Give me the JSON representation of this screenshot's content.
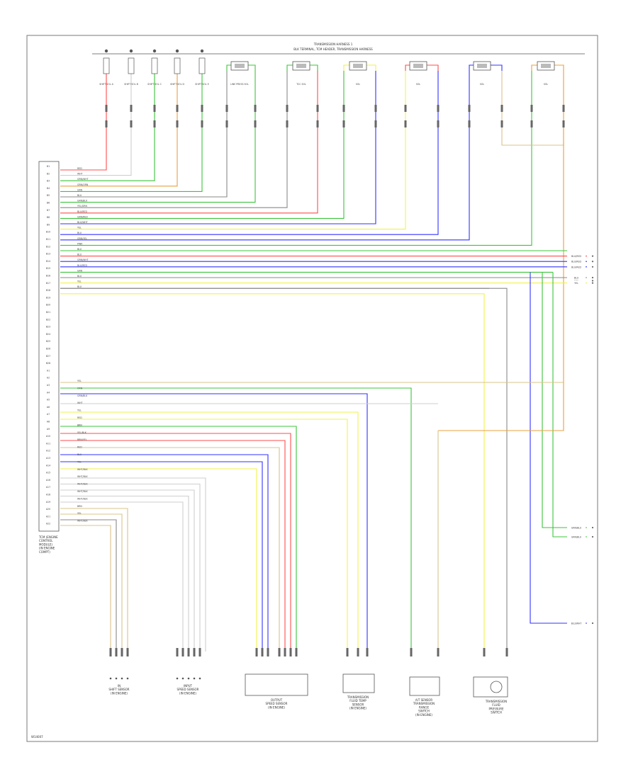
{
  "header": {
    "line1": "TRANSMISSION HARNESS 1",
    "line2": "BLK TERMINAL, TCM HEADER, TRANSMISSION HARNESS"
  },
  "module": {
    "caption_lines": [
      "TCM (ENGINE",
      "CONTROL",
      "MODULE)",
      "(IN ENGINE",
      "COMPT)"
    ],
    "pins": [
      "B1",
      "B2",
      "B3",
      "B4",
      "B5",
      "B6",
      "B7",
      "B8",
      "B9",
      "B10",
      "B11",
      "B12",
      "B13",
      "B14",
      "B15",
      "B16",
      "B17",
      "B18",
      "B19",
      "B20",
      "B21",
      "B22",
      "B23",
      "B24",
      "B25",
      "B26",
      "B27",
      "B28",
      "A1",
      "A2",
      "A3",
      "A4",
      "A5",
      "A6",
      "A7",
      "A8",
      "A9",
      "A10",
      "A11",
      "A12",
      "A13",
      "A14",
      "A15",
      "A16",
      "A17",
      "A18",
      "A19",
      "A20",
      "A21",
      "A22"
    ],
    "wire_labels": [
      "RED",
      "WHT",
      "GRN/WHT",
      "GRN/ORN",
      "GRN",
      "BLU",
      "GRN/BLK",
      "YEL/GRN",
      "BLU/RED",
      "GRN/RED",
      "BLU/WHT",
      "YEL",
      "BLU",
      "GRN/YEL",
      "PINK",
      "BLU",
      "BLU",
      "GRN/WHT",
      "BLU/RED",
      "GRN",
      "BLU",
      "YEL",
      "BLU",
      "YEL",
      "ORN",
      "GRN/BLK",
      "WHT",
      "YEL",
      "RED",
      "BRN",
      "YEL/BLK",
      "BRN/YEL",
      "RED",
      "BLU",
      "YEL",
      "WHT/BLK",
      "WHT/BLK",
      "WHT/BLK",
      "WHT/BLK",
      "WHT/BLK",
      "BRN",
      "YEL",
      "WHT/BLK"
    ]
  },
  "top_devices": [
    "SHIFT SOL A",
    "SHIFT SOL B",
    "SHIFT SOL C",
    "SHIFT SOL D",
    "SHIFT SOL E",
    "LINE PRESS SOL",
    "TCC SOL",
    "SOL",
    "SOL",
    "SOL",
    "SOL"
  ],
  "bottom_components": [
    {
      "caption_lines": [
        "IN",
        "SHIFT SENSOR",
        "(IN ENGINE)"
      ]
    },
    {
      "caption_lines": [
        "INPUT",
        "SPEED SENSOR",
        "(IN ENGINE)"
      ]
    },
    {
      "caption_lines": [
        "OUTPUT",
        "SPEED SENSOR",
        "(IN ENGINE)"
      ]
    },
    {
      "caption_lines": [
        "TRANSMISSION",
        "FLUID TEMP",
        "SENSOR",
        "(IN ENGINE)"
      ]
    },
    {
      "caption_lines": [
        "A/T SENSOR",
        "TRANSMISSION",
        "RANGE",
        "SWITCH",
        "(IN ENGINE)"
      ]
    },
    {
      "caption_lines": [
        "TRANSMISSION",
        "FLUID",
        "PRESSURE",
        "SWITCH"
      ]
    }
  ],
  "right_tags": [
    "BLU/RED",
    "BLU/RED",
    "BLU/RED",
    "GRN",
    "BLU",
    "YEL",
    "GRN/BLU",
    "GRN/BLU",
    "BLU/WHT"
  ],
  "footer_code": "W14007",
  "colors": {
    "red": "#ff4d4d",
    "green": "#3cc43c",
    "blue": "#3333ff",
    "yellow": "#f2f24a",
    "orange": "#e9a040",
    "tan": "#d9c48a",
    "gray": "#8a8a8a",
    "light": "#cfcfcf",
    "magenta": "#e040e0",
    "cyan": "#40c0e0"
  }
}
